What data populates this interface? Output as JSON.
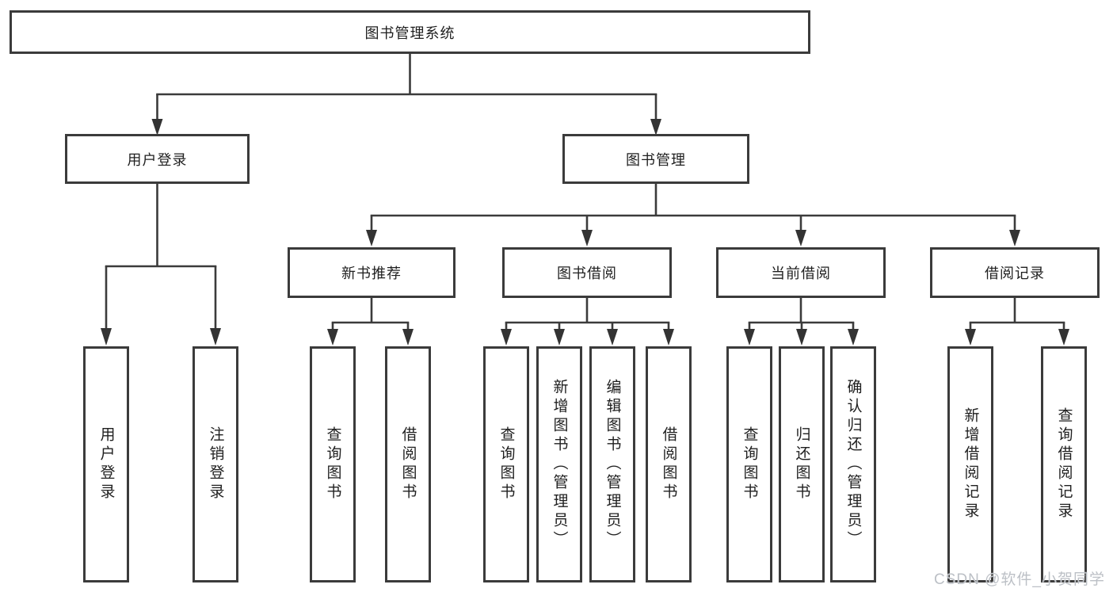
{
  "diagram": {
    "title": "图书管理系统",
    "level2": {
      "user_login": "用户登录",
      "book_management": "图书管理"
    },
    "level3": {
      "new_book_recommend": "新书推荐",
      "book_borrowing": "图书借阅",
      "current_borrowing": "当前借阅",
      "borrowing_records": "借阅记录"
    },
    "leaves": {
      "user_login_login": "用户登录",
      "user_login_logout": "注销登录",
      "new_book_query": "查询图书",
      "new_book_borrow": "借阅图书",
      "borrowing_query": "查询图书",
      "borrowing_add": "新增图书（管理员）",
      "borrowing_edit": "编辑图书（管理员）",
      "borrowing_borrow": "借阅图书",
      "current_query": "查询图书",
      "current_return": "归还图书",
      "current_confirm_return": "确认归还（管理员）",
      "records_add": "新增借阅记录",
      "records_query": "查询借阅记录"
    },
    "watermark": "CSDN @软件_小贺同学",
    "colors": {
      "line": "#3b3b3b",
      "text": "#1f1f1f",
      "watermark": "#bcc0c6",
      "background": "#ffffff"
    }
  }
}
